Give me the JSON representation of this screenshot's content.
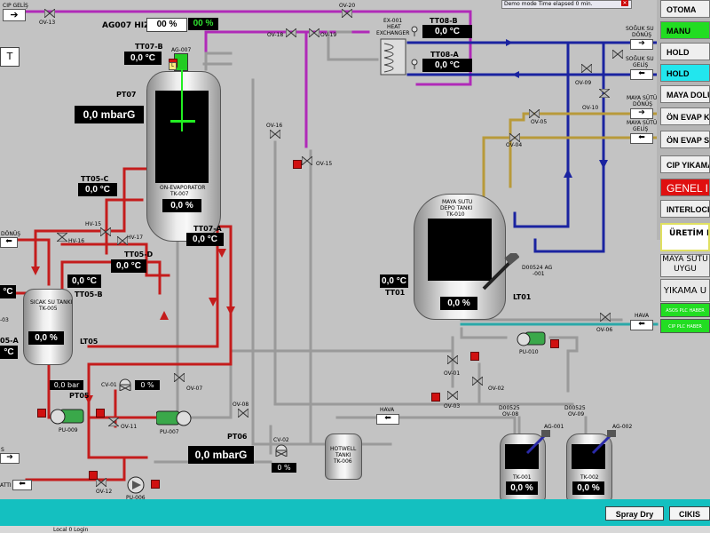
{
  "top": {
    "cip_gelis": "CIP GELİŞ",
    "demo_banner": "Demo mode Time elapsed  0  min.",
    "ag007_hiz_label": "AG007  HIZ",
    "ag007_hiz_value": "00 %",
    "ag007_hiz_feedback": "00 %",
    "left_tag": "T"
  },
  "right_panel": {
    "buttons": [
      {
        "label": "OTOMA",
        "color": "#efefef"
      },
      {
        "label": "MANU",
        "color": "#22dd22"
      },
      {
        "label": "HOLD",
        "color": "#efefef"
      },
      {
        "label": "HOLD",
        "color": "#22e6ee"
      },
      {
        "label": "MAYA DOLUM",
        "color": "#efefef"
      },
      {
        "label": "ÖN EVAP K",
        "color": "#efefef"
      },
      {
        "label": "ÖN EVAP SET",
        "color": "#efefef"
      },
      {
        "label": "CIP YIKAMA",
        "color": "#efefef"
      },
      {
        "label": "GENEL I",
        "color": "#e01010"
      },
      {
        "label": "INTERLOCK",
        "color": "#efefef"
      }
    ],
    "uretim": "ÜRETİM DU",
    "maya_sutu_line1": "MAYA SÜTÜ",
    "maya_sutu_line2": "UYGU",
    "yikama": "YIKAMA U",
    "plc1": "ASOS PLC HABER",
    "plc2": "CIP PLC HABER"
  },
  "labels": {
    "ov13": "OV-13",
    "ov20": "OV-20",
    "ov18": "OV-18",
    "ov19": "OV-19",
    "ex001_1": "EX-001",
    "ex001_2": "HEAT",
    "ex001_3": "EXCHANGER",
    "tt08b": "TT08-B",
    "tt08a": "TT08-A",
    "soguk_donus_1": "SOĞUK SU",
    "soguk_donus_2": "DÖNÜŞ",
    "soguk_gelis_1": "SOĞUK SU",
    "soguk_gelis_2": "GELİŞ",
    "ov09": "OV-09",
    "ov10": "OV-10",
    "ov05": "OV-05",
    "ov04": "OV-04",
    "maya_donus_1": "MAYA SÜTÜ",
    "maya_donus_2": "DÖNÜŞ",
    "maya_gelis_1": "MAYA SÜTÜ",
    "maya_gelis_2": "GELİŞ",
    "tt07b": "TT07-B",
    "ag007": "AG-007",
    "pt07": "PT07",
    "ov16": "OV-16",
    "ov15": "OV-15",
    "onevap_1": "ON-EVAPORATOR",
    "onevap_2": "TK-007",
    "tt05c": "TT05-C",
    "hv15": "HV-15",
    "hv16": "HV-16",
    "hv17": "HV-17",
    "tt05d": "TT05-D",
    "tt07a": "TT07-A",
    "tt05b": "TT05-B",
    "donus": "DÖNÜŞ",
    "tk005_1": "SICAK SU TANKI",
    "tk005_2": "TK-005",
    "lt05": "LT05",
    "tt05a": "05-A",
    "o03": "-03",
    "maya_depo_1": "MAYA SUTU",
    "maya_depo_2": "DEPO TANKI",
    "maya_depo_3": "TK-010",
    "tt01": "TT01",
    "lt01": "LT01",
    "d00524_1": "D00524  AG",
    "d00524_2": "-001",
    "hava1": "HAVA",
    "ov06": "OV-06",
    "pu010": "PU-010",
    "ov01": "OV-01",
    "ov02": "OV-02",
    "ov03": "OV-03",
    "cv01": "CV-01",
    "pt05": "PT05",
    "ov07": "OV-07",
    "ov08": "OV-08",
    "hava2": "HAVA",
    "pu009": "PU-009",
    "pu007": "PU-007",
    "ov11": "OV-11",
    "pt06": "PT06",
    "cv02": "CV-02",
    "hotwell_1": "HOTWELL",
    "hotwell_2": "TANKI",
    "hotwell_3": "TK-006",
    "d00525a": "D00525",
    "ov08b": "OV-08",
    "d00525b": "D00525",
    "ov09b": "OV-09",
    "ag001": "AG-001",
    "ag002": "AG-002",
    "tk001": "TK-001",
    "tk002": "TK-002",
    "ov12": "OV-12",
    "pu006": "PU-006",
    "atti": "ATTI",
    "s_left": "S"
  },
  "values": {
    "tt08b": "0,0 °C",
    "tt08a": "0,0 °C",
    "tt07b": "0,0 °C",
    "pt07": "0,0 mbarG",
    "onevap": "0,0 %",
    "tt05c": "0,0 °C",
    "tt07a": "0,0 °C",
    "tt05d": "0,0 °C",
    "tt05b_val": "0,0 °C",
    "tk005": "0,0 %",
    "left_c1": "°C",
    "left_c2": "°C",
    "left_pct": "%",
    "pt05": "0,0 bar",
    "cv01": "0 %",
    "pt06": "0,0 mbarG",
    "cv02": "0 %",
    "tt01": "0,0 °C",
    "tk010": "0,0 %",
    "tk001": "0,0 %",
    "tk002": "0,0 %"
  },
  "bottom": {
    "spray_dry": "Spray Dry",
    "cikis": "CIKIS",
    "status_text": "Local 0  Login"
  },
  "colors": {
    "red_pipe": "#c41c1c",
    "purple_pipe": "#b02ab8",
    "blue_pipe": "#1a23a0",
    "tan_pipe": "#b89a3a",
    "grey_pipe": "#9a9a9a",
    "teal_pipe": "#2aa8a8",
    "bottom_bar": "#14c0c0"
  }
}
